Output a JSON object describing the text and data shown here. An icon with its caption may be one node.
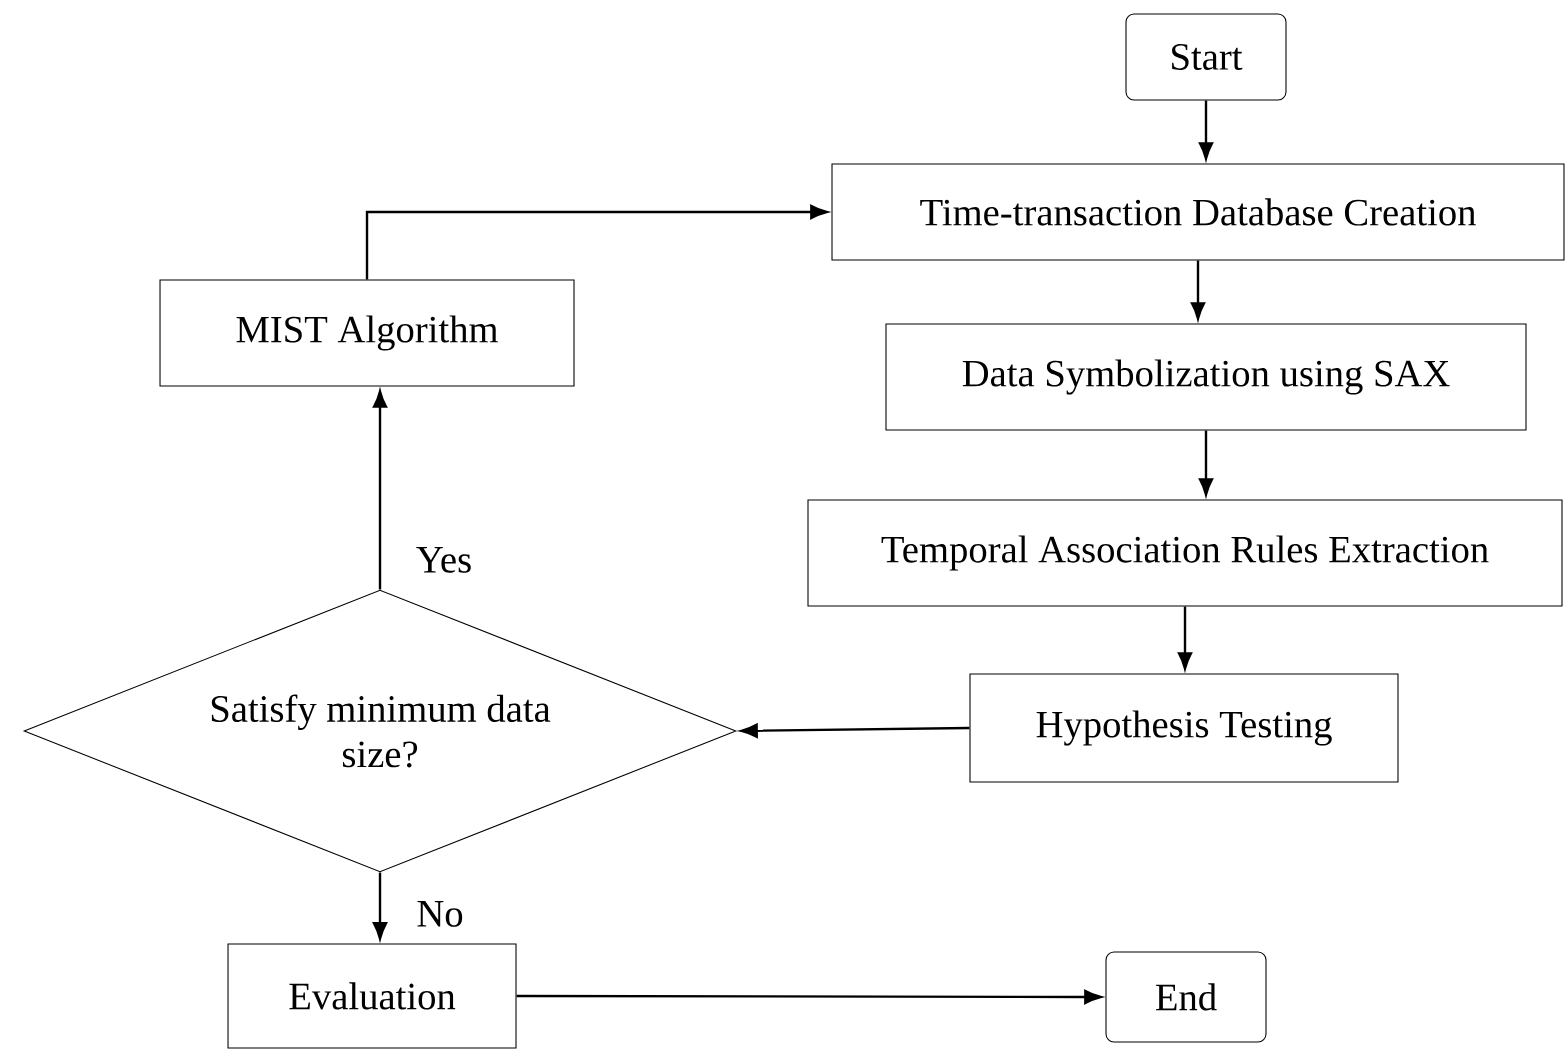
{
  "diagram": {
    "nodes": [
      {
        "text": [
          "Start"
        ]
      },
      {
        "text": [
          "Time-transaction Database Creation"
        ]
      },
      {
        "text": [
          "MIST Algorithm"
        ]
      },
      {
        "text": [
          "Data Symbolization using SAX"
        ]
      },
      {
        "text": [
          "Temporal Association Rules Extraction"
        ]
      },
      {
        "text": [
          "Hypothesis Testing"
        ]
      },
      {
        "text": [
          "Satisfy minimum data size?"
        ]
      },
      {
        "text": [
          "Evaluation"
        ]
      },
      {
        "text": [
          "End"
        ]
      }
    ],
    "edges": [
      {
        "from": 0,
        "to": 1,
        "arrow": "to"
      },
      {
        "from": 1,
        "to": 3,
        "arrow": "to"
      },
      {
        "from": 3,
        "to": 4,
        "arrow": "to"
      },
      {
        "from": 4,
        "to": 5,
        "arrow": "to"
      },
      {
        "from": 5,
        "to": 6,
        "arrow": "to"
      },
      {
        "from": 6,
        "to": 2,
        "arrow": "to",
        "label": "Yes"
      },
      {
        "from": 2,
        "to": 1,
        "arrow": "to"
      },
      {
        "from": 6,
        "to": 7,
        "arrow": "to",
        "label": "No"
      },
      {
        "from": 7,
        "to": 8,
        "arrow": "to"
      }
    ]
  }
}
